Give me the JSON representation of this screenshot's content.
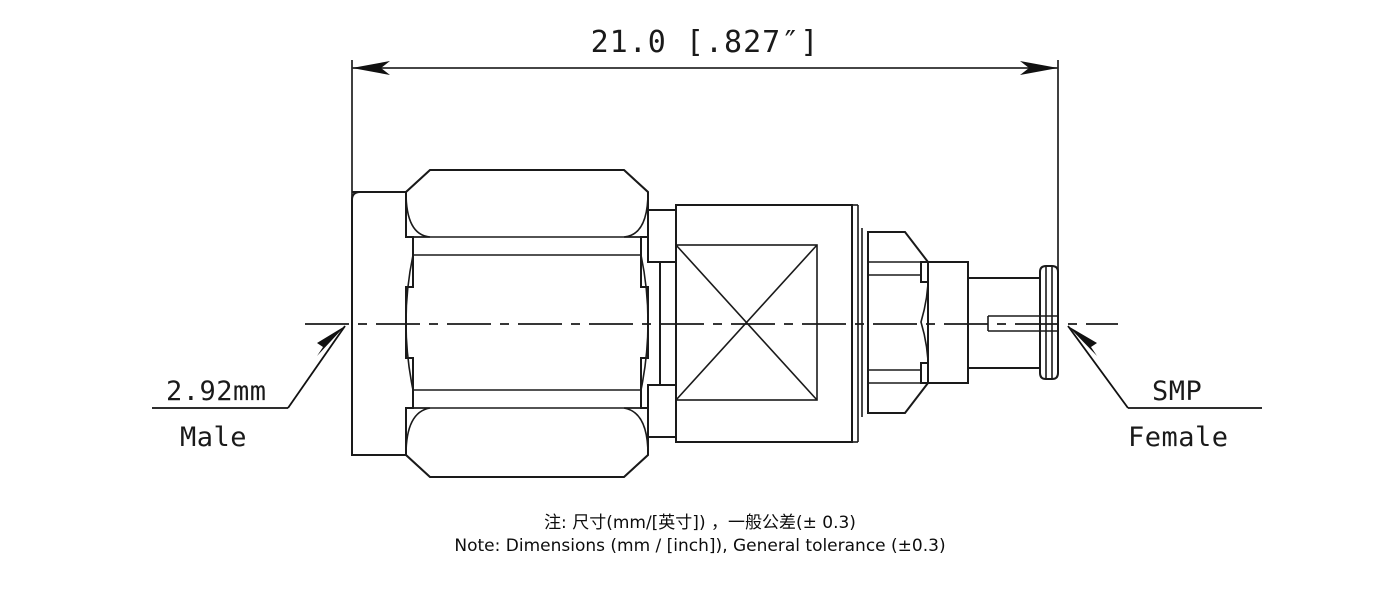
{
  "drawing": {
    "title_dimension": "21.0 [.827″]",
    "left_label": {
      "line1": "2.92mm",
      "line2": "Male"
    },
    "right_label": {
      "line1": "SMP",
      "line2": "Female"
    },
    "notes": {
      "line_zh": "注: 尺寸(mm/[英寸) ，一般公差(± 0.3)",
      "line_zh_display": "注: 尺寸(mm/[英寸]) ，一般公差(± 0.3)",
      "line_en": "Note: Dimensions (mm / [inch]), General tolerance (±0.3)"
    },
    "colors": {
      "line": "#1a1a1a",
      "dimension": "#2b2b2b",
      "background": "#ffffff",
      "text": "#1a1a1a"
    },
    "dimension_value_mm": 21.0,
    "dimension_value_inch": 0.827,
    "tolerance_mm": 0.3
  }
}
